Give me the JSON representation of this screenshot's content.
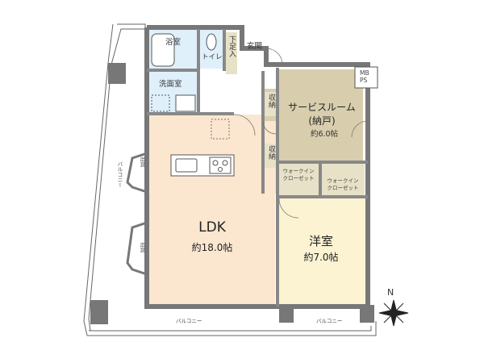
{
  "rooms": {
    "bath": "浴室",
    "toilet": "トイレ",
    "shoe": "下足入",
    "entrance": "玄関",
    "washroom": "洗面室",
    "mbps": "MB\nPS",
    "storage1": "収納",
    "storage2": "収納",
    "service_room": "サービスルーム",
    "service_room_sub": "(納戸)",
    "service_room_size": "約6.0帖",
    "wic1": "ウォークイン\nクローゼット",
    "wic2": "ウォークイン\nクローゼット",
    "ldk": "LDK",
    "ldk_size": "約18.0帖",
    "western": "洋室",
    "western_size": "約7.0帖"
  },
  "labels": {
    "balcony_left": "バルコニー",
    "balcony_bottom1": "バルコニー",
    "balcony_bottom2": "バルコニー",
    "window1": "出窓",
    "window2": "出窓",
    "north": "N"
  },
  "colors": {
    "ldk": "#fbe6cf",
    "western": "#fbf3d2",
    "service": "#d8ceae",
    "wet": "#dff0fb",
    "wic": "#e7e1c8",
    "wall": "#8f8f8f",
    "outline": "#555555"
  }
}
